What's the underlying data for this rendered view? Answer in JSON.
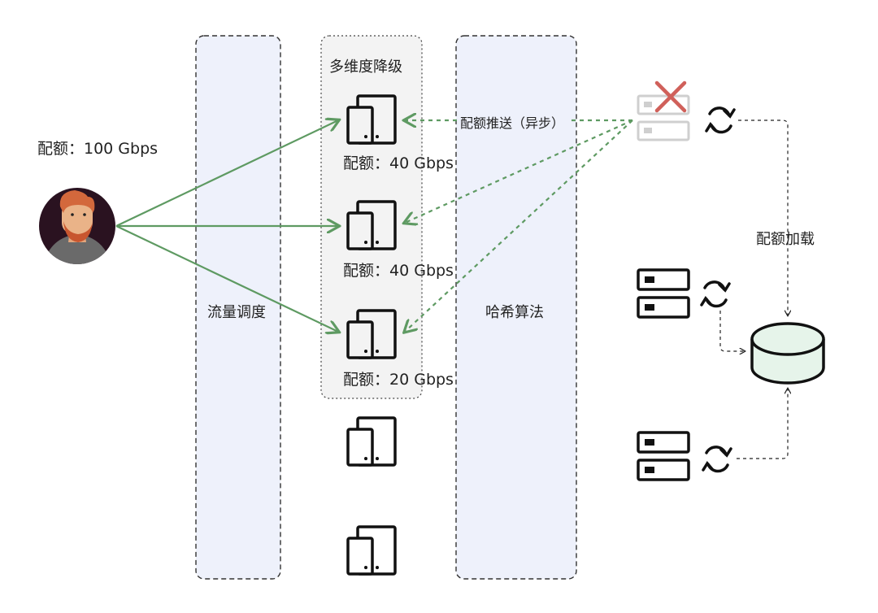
{
  "user": {
    "quota_label": "配额：100 Gbps"
  },
  "lanes": {
    "traffic_scheduling": "流量调度",
    "hash_algorithm": "哈希算法"
  },
  "degrade_group": {
    "title": "多维度降级",
    "nodes": [
      {
        "quota_label": "配额：40 Gbps"
      },
      {
        "quota_label": "配额：40 Gbps"
      },
      {
        "quota_label": "配额：20 Gbps"
      }
    ]
  },
  "quota_push_label": "配额推送（异步）",
  "quota_load_label": "配额加载",
  "colors": {
    "lane_fill": "#eef1fb",
    "group_fill": "#f3f3f3",
    "flow_green": "#5e9a62",
    "failed_red": "#d0605a",
    "db_fill": "#e6f4ea"
  }
}
